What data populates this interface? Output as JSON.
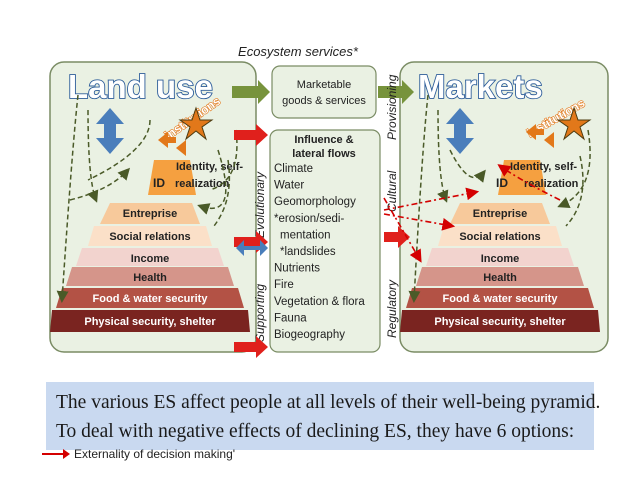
{
  "header_label": "Ecosystem services*",
  "left_panel": {
    "title": "Land use",
    "institutions_label": "institutions"
  },
  "right_panel": {
    "title": "Markets",
    "institutions_label": "institutions"
  },
  "pyramid_levels": [
    {
      "label": "Identity, self-realization",
      "id_label": "ID"
    },
    {
      "label": "Entreprise"
    },
    {
      "label": "Social relations"
    },
    {
      "label": "Income"
    },
    {
      "label": "Health"
    },
    {
      "label": "Food & water security"
    },
    {
      "label": "Physical security, shelter"
    }
  ],
  "center": {
    "marketable_label": "Marketable goods & services",
    "influence_title": "Influence & lateral flows",
    "flows": [
      "Climate",
      "Water",
      "Geomorphology",
      "*erosion/sedi-",
      "mentation",
      "*landslides",
      "Nutrients",
      "Fire",
      "Vegetation & flora",
      "Fauna",
      "Biogeography"
    ]
  },
  "vertical_labels": {
    "evolutionary": "Evolutionary",
    "supporting": "Supporting",
    "provisioning": "Provisioning",
    "cultural": "Cultural",
    "regulatory": "Regulatory"
  },
  "caption_lines": [
    "The various ES affect people at all levels of their well-being pyramid.",
    "To deal with negative effects of declining ES, they have 6 options:"
  ],
  "footnote": "Externality of decision making'",
  "colors": {
    "panel_fill": "#eaf1e3",
    "panel_stroke": "#7a8c64",
    "caption_bg": "#c9d9f0",
    "external_arrow": "#d40000",
    "green_arrow": "#77933c"
  }
}
